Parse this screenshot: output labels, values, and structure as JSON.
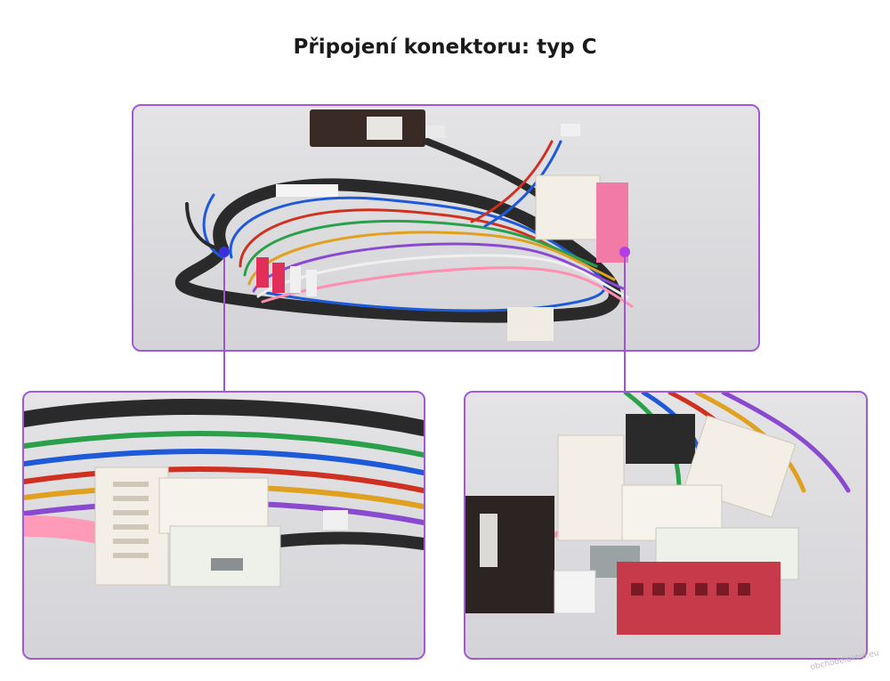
{
  "title": "Připojení konektoru: typ C",
  "watermark": "obchodelektro.eu",
  "colors": {
    "frame": "#a05ad6",
    "left_marker": "#3a2fd8",
    "right_marker": "#b23ee6"
  },
  "panels": [
    {
      "id": "main",
      "subject": "wiring-harness-overview"
    },
    {
      "id": "left",
      "subject": "white-connectors-closeup"
    },
    {
      "id": "right",
      "subject": "red-and-white-connectors-closeup"
    }
  ]
}
